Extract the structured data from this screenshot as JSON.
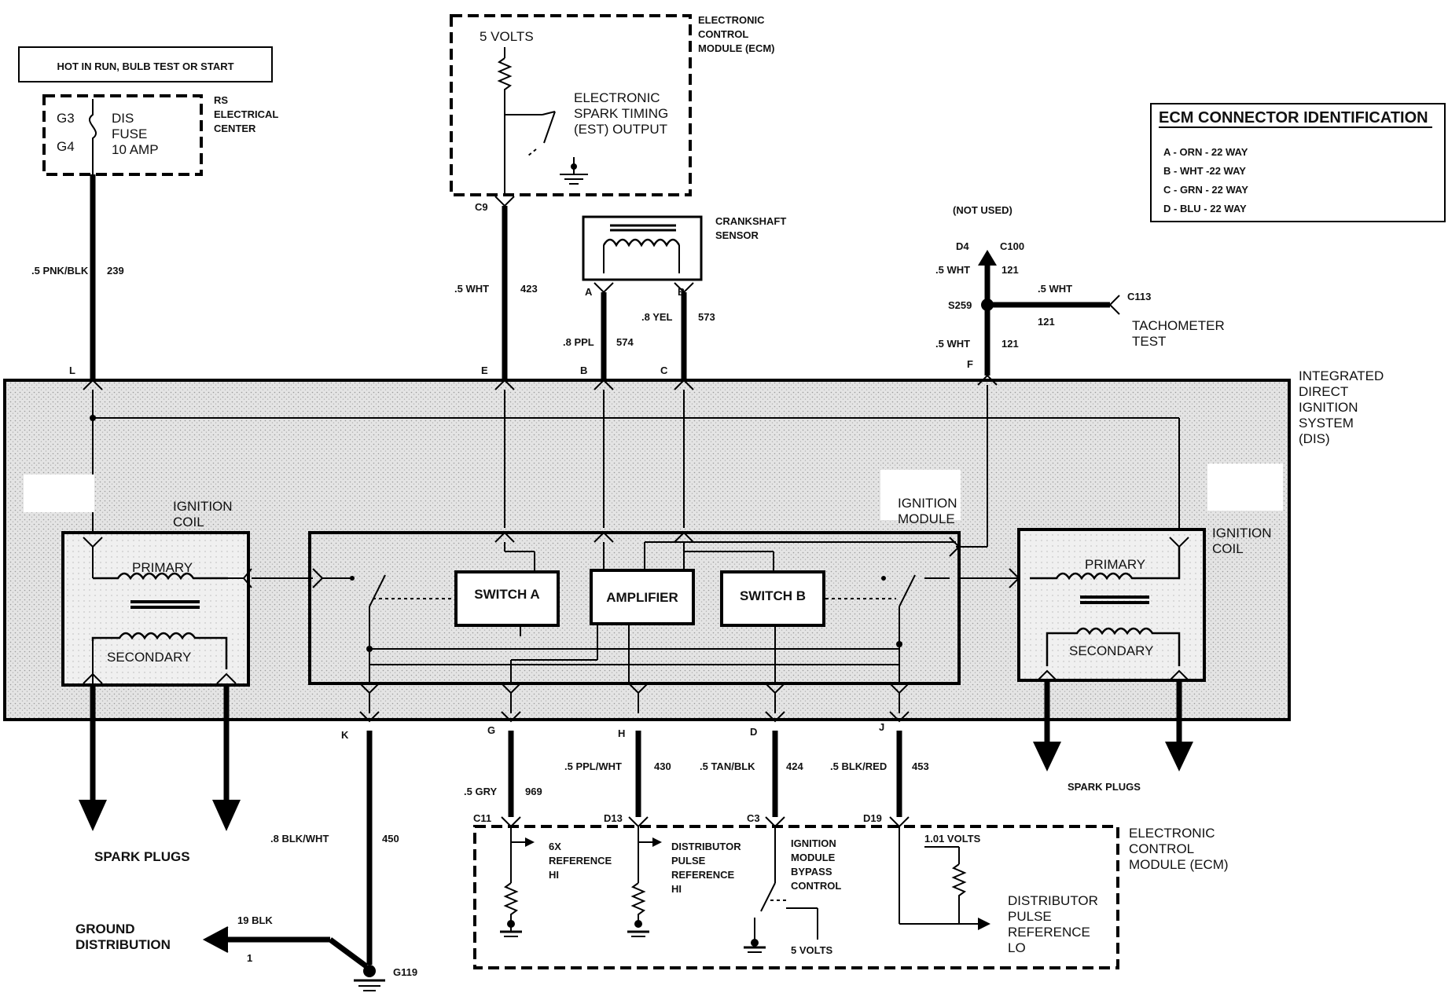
{
  "fuse_block": {
    "header": "HOT IN RUN, BULB TEST OR START",
    "pin_top": "G3",
    "pin_bottom": "G4",
    "fuse_line1": "DIS",
    "fuse_line2": "FUSE",
    "fuse_line3": "10 AMP",
    "center_line1": "RS",
    "center_line2": "ELECTRICAL",
    "center_line3": "CENTER"
  },
  "ecm_top": {
    "volts": "5 VOLTS",
    "label_line1": "ELECTRONIC",
    "label_line2": "CONTROL",
    "label_line3": "MODULE (ECM)",
    "est_line1": "ELECTRONIC",
    "est_line2": "SPARK TIMING",
    "est_line3": "(EST) OUTPUT",
    "connector": "C9"
  },
  "crank_sensor": {
    "label_line1": "CRANKSHAFT",
    "label_line2": "SENSOR",
    "pin_a": "A",
    "pin_b": "B"
  },
  "connector_id": {
    "title": "ECM CONNECTOR IDENTIFICATION",
    "rows": [
      "A - ORN - 22 WAY",
      "B - WHT -22 WAY",
      "C - GRN - 22 WAY",
      "D - BLU - 22 WAY"
    ]
  },
  "tach": {
    "not_used": "(NOT USED)",
    "d4": "D4",
    "c100": "C100",
    "s259": "S259",
    "c113": "C113",
    "test_line1": "TACHOMETER",
    "test_line2": "TEST"
  },
  "wires_top": {
    "w239_color": ".5 PNK/BLK",
    "w239_num": "239",
    "w423_color": ".5 WHT",
    "w423_num": "423",
    "w574_color": ".8 PPL",
    "w574_num": "574",
    "w573_color": ".8 YEL",
    "w573_num": "573",
    "w121a_color": ".5 WHT",
    "w121a_num": "121",
    "w121b_color": ".5 WHT",
    "w121b_num": "121",
    "w121c_color": ".5 WHT",
    "w121c_num": "121"
  },
  "dis_pins_top": {
    "l": "L",
    "e": "E",
    "b": "B",
    "c": "C",
    "f": "F"
  },
  "dis_pins_bottom": {
    "k": "K",
    "g": "G",
    "h": "H",
    "d": "D",
    "j": "J"
  },
  "dis": {
    "label_line1": "INTEGRATED",
    "label_line2": "DIRECT",
    "label_line3": "IGNITION",
    "label_line4": "SYSTEM",
    "label_line5": "(DIS)",
    "coil_left_line1": "IGNITION",
    "coil_left_line2": "COIL",
    "coil_right_line1": "IGNITION",
    "coil_right_line2": "COIL",
    "primary": "PRIMARY",
    "secondary": "SECONDARY",
    "module_line1": "IGNITION",
    "module_line2": "MODULE",
    "switch_a": "SWITCH A",
    "amplifier": "AMPLIFIER",
    "switch_b": "SWITCH B"
  },
  "spark_plugs_left": "SPARK PLUGS",
  "spark_plugs_right": "SPARK PLUGS",
  "wires_bottom": {
    "w450_color": ".8 BLK/WHT",
    "w450_num": "450",
    "w969_color": ".5 GRY",
    "w969_num": "969",
    "w430_color": ".5 PPL/WHT",
    "w430_num": "430",
    "w424_color": ".5 TAN/BLK",
    "w424_num": "424",
    "w453_color": ".5 BLK/RED",
    "w453_num": "453"
  },
  "ground": {
    "label_line1": "GROUND",
    "label_line2": "DISTRIBUTION",
    "wire": "19 BLK",
    "num": "1",
    "point": "G119"
  },
  "ecm_bottom": {
    "c11": "C11",
    "d13": "D13",
    "c3": "C3",
    "d19": "D19",
    "ref_hi_line1": "6X",
    "ref_hi_line2": "REFERENCE",
    "ref_hi_line3": "HI",
    "dpr_line1": "DISTRIBUTOR",
    "dpr_line2": "PULSE",
    "dpr_line3": "REFERENCE",
    "dpr_line4": "HI",
    "bypass_line1": "IGNITION",
    "bypass_line2": "MODULE",
    "bypass_line3": "BYPASS",
    "bypass_line4": "CONTROL",
    "five_volts": "5 VOLTS",
    "volts_101": "1.01 VOLTS",
    "lo_line1": "DISTRIBUTOR",
    "lo_line2": "PULSE",
    "lo_line3": "REFERENCE",
    "lo_line4": "LO",
    "label_line1": "ELECTRONIC",
    "label_line2": "CONTROL",
    "label_line3": "MODULE (ECM)"
  }
}
